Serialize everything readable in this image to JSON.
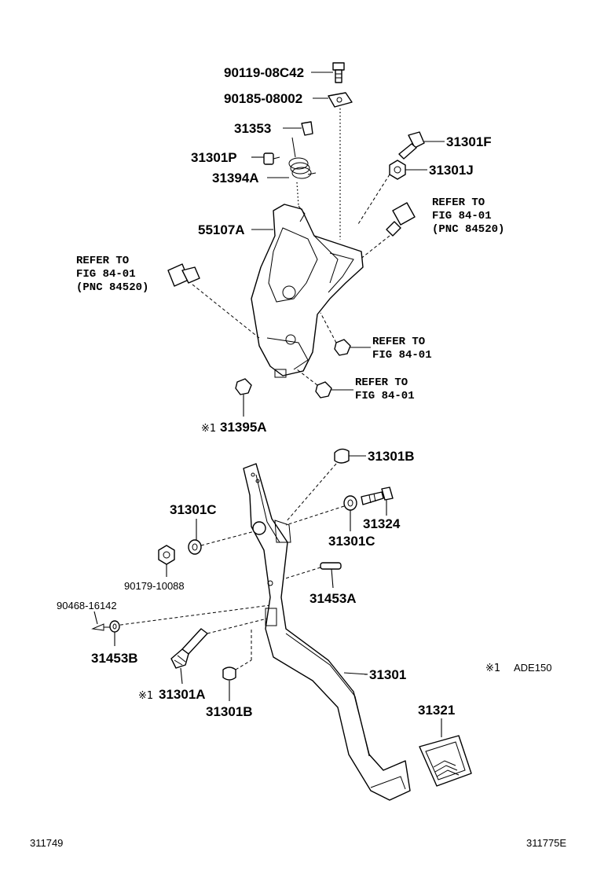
{
  "labels": {
    "p90119": "90119-08C42",
    "p90185": "90185-08002",
    "p31353": "31353",
    "p31301F": "31301F",
    "p31301P": "31301P",
    "p31301J": "31301J",
    "p31394A": "31394A",
    "p55107A": "55107A",
    "p31395A": "31395A",
    "p31301B_top": "31301B",
    "p31301C_left": "31301C",
    "p31324": "31324",
    "p31301C_right": "31301C",
    "p90179": "90179-10088",
    "p31453A": "31453A",
    "p90468": "90468-16142",
    "p31453B": "31453B",
    "p31301": "31301",
    "p31301A": "31301A",
    "p31301B_bottom": "31301B",
    "p31321": "31321"
  },
  "refs": {
    "ref_right_top": [
      "REFER TO",
      "FIG 84-01",
      "(PNC 84520)"
    ],
    "ref_left": [
      "REFER TO",
      "FIG 84-01",
      "(PNC 84520)"
    ],
    "ref_mid": [
      "REFER TO",
      "FIG 84-01"
    ],
    "ref_low": [
      "REFER TO",
      "FIG 84-01"
    ]
  },
  "notes": {
    "mark_symbol": "※1",
    "footnote_text": "ADE150",
    "code_left": "311749",
    "code_right": "311775E"
  }
}
